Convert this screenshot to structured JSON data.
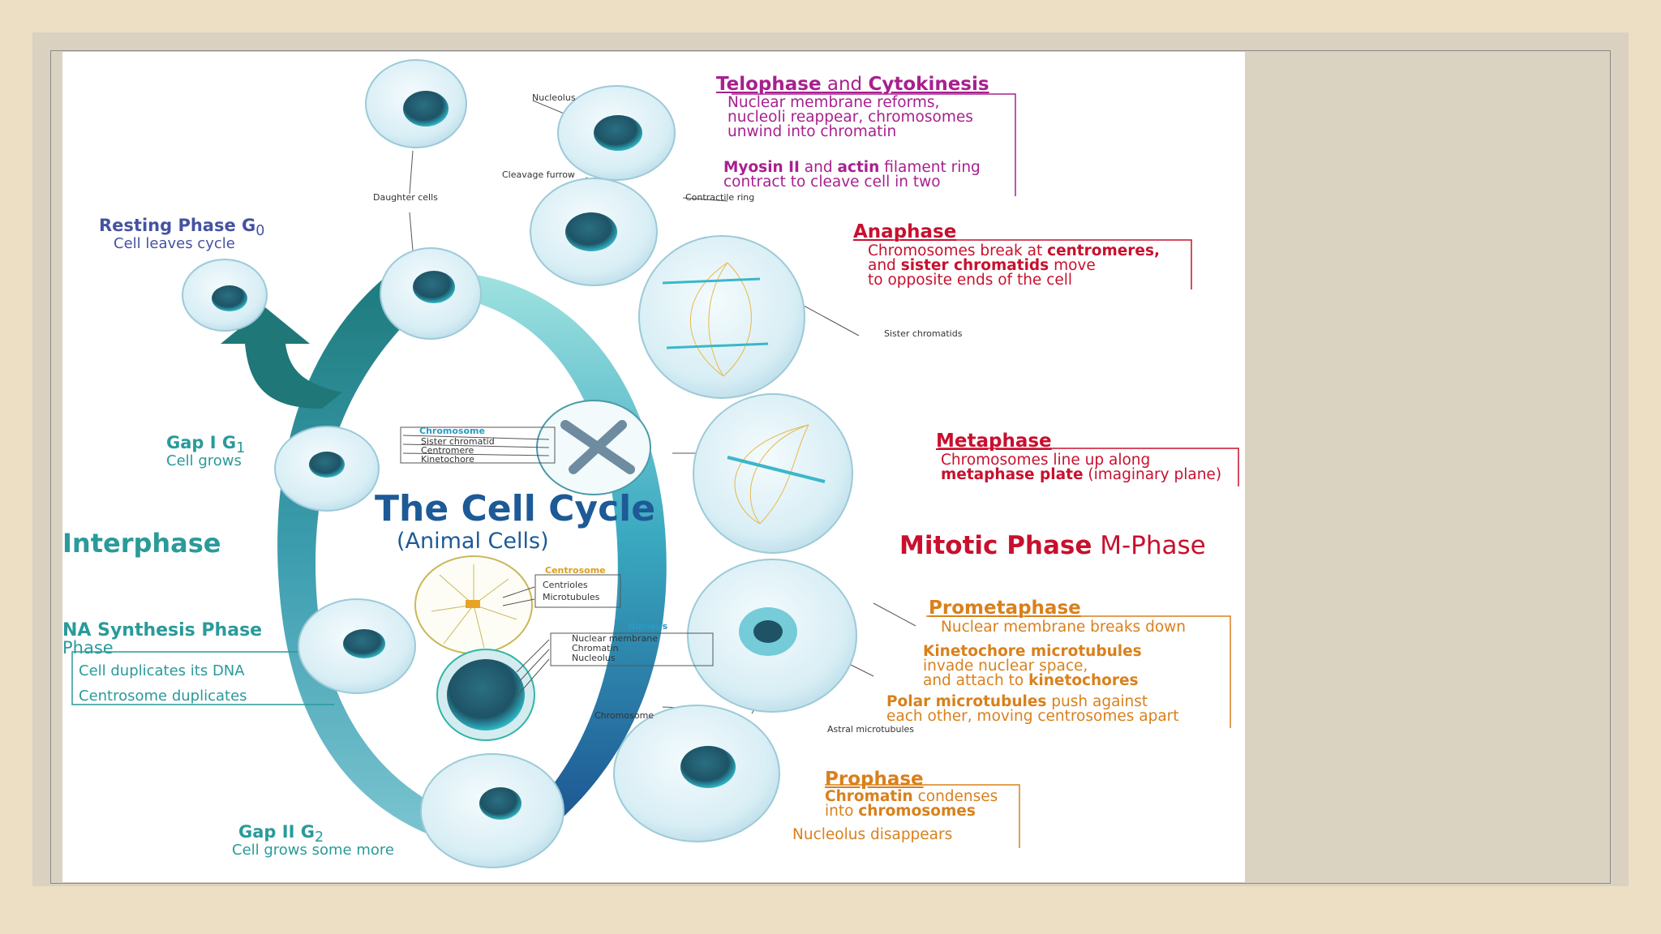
{
  "diagram": {
    "title": "The Cell Cycle",
    "subtitle": "(Animal Cells)",
    "interphase": "Interphase",
    "mitotic_phase": {
      "bold": "Mitotic Phase",
      "rest": " M-Phase"
    },
    "resting": {
      "title": "Resting Phase G",
      "sub": "0",
      "desc": "Cell leaves cycle"
    },
    "gap1": {
      "title": "Gap I G",
      "sub": "1",
      "desc": "Cell grows"
    },
    "synthesis": {
      "title": "NA Synthesis Phase",
      "title2": "Phase",
      "line1": "Cell duplicates its DNA",
      "line2": "Centrosome duplicates"
    },
    "gap2": {
      "title": "Gap II G",
      "sub": "2",
      "desc": "Cell grows some more"
    },
    "telophase": {
      "h1": "Telophase",
      "and": " and ",
      "h2": "Cytokinesis",
      "lines": [
        "Nuclear membrane reforms,",
        "nucleoli reappear, chromosomes",
        "unwind into chromatin"
      ],
      "l4a": "Myosin II",
      "l4b": " and ",
      "l4c": "actin",
      "l4d": " filament ring",
      "l5": "contract to cleave cell in two"
    },
    "anaphase": {
      "h": "Anaphase",
      "l1a": "Chromosomes break at ",
      "l1b": "centromeres,",
      "l2a": "and ",
      "l2b": "sister chromatids",
      "l2c": " move",
      "l3": "to opposite ends of the cell"
    },
    "metaphase": {
      "h": "Metaphase",
      "l1": "Chromosomes line up along",
      "l2a": "metaphase plate",
      "l2b": " (imaginary plane)"
    },
    "prometaphase": {
      "h": "Prometaphase",
      "l1": "Nuclear membrane breaks down",
      "l2": "Kinetochore microtubules",
      "l3": "invade nuclear space,",
      "l4a": "and attach to ",
      "l4b": "kinetochores",
      "l5a": "Polar microtubules",
      "l5b": " push against",
      "l6": "each other, moving centrosomes apart"
    },
    "prophase": {
      "h": "Prophase",
      "l1a": "Chromatin",
      "l1b": " condenses",
      "l2a": "into ",
      "l2b": "chromosomes",
      "l3": "Nucleolus disappears"
    },
    "labels": {
      "nucleolus": "Nucleolus",
      "cleavage_furrow": "Cleavage furrow",
      "contractile_ring": "Contractile ring",
      "daughter_cells": "Daughter cells",
      "sister_chromatids": "Sister chromatids",
      "astral_microtubules": "Astral microtubules",
      "chromosome": "Chromosome"
    },
    "chromosome_legend": {
      "title": "Chromosome",
      "items": [
        "Sister chromatid",
        "Centromere",
        "Kinetochore"
      ]
    },
    "centrosome_legend": {
      "title": "Centrosome",
      "items": [
        "Centrioles",
        "Microtubules"
      ]
    },
    "nucleus_legend": {
      "title": "Nucleus",
      "items": [
        "Nuclear membrane",
        "Chromatin",
        "Nucleolus"
      ]
    }
  },
  "colors": {
    "interphase_teal": "#2a9a9a",
    "mitotic_red": "#c8102e",
    "telophase_purple": "#a8208f",
    "prophase_orange": "#d9801c",
    "resting_blue": "#4552a0"
  }
}
